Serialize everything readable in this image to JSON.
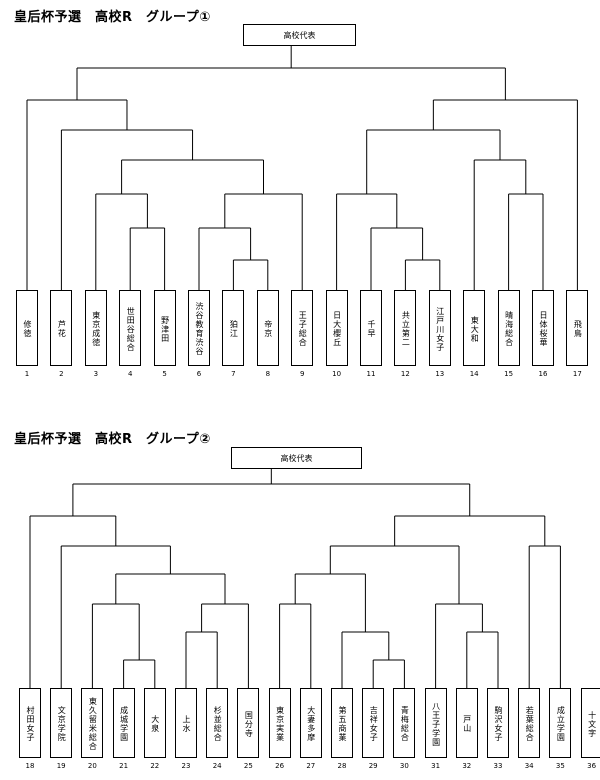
{
  "groups": [
    {
      "title": "皇后杯予選　高校R　グループ①",
      "final_label": "高校代表",
      "teams": [
        {
          "name": "修徳",
          "num": "1"
        },
        {
          "name": "芦花",
          "num": "2"
        },
        {
          "name": "東京成徳",
          "num": "3"
        },
        {
          "name": "世田谷総合",
          "num": "4"
        },
        {
          "name": "野津田",
          "num": "5"
        },
        {
          "name": "渋谷教育渋谷",
          "num": "6"
        },
        {
          "name": "狛江",
          "num": "7"
        },
        {
          "name": "帝京",
          "num": "8"
        },
        {
          "name": "王子総合",
          "num": "9"
        },
        {
          "name": "日大櫻丘",
          "num": "10"
        },
        {
          "name": "千早",
          "num": "11"
        },
        {
          "name": "共立第二",
          "num": "12"
        },
        {
          "name": "江戸川女子",
          "num": "13"
        },
        {
          "name": "東大和",
          "num": "14"
        },
        {
          "name": "晴海総合",
          "num": "15"
        },
        {
          "name": "日体桜華",
          "num": "16"
        },
        {
          "name": "飛鳥",
          "num": "17"
        }
      ]
    },
    {
      "title": "皇后杯予選　高校R　グループ②",
      "final_label": "高校代表",
      "teams": [
        {
          "name": "村田女子",
          "num": "18"
        },
        {
          "name": "文京学院",
          "num": "19"
        },
        {
          "name": "東久留米総合",
          "num": "20"
        },
        {
          "name": "成城学園",
          "num": "21"
        },
        {
          "name": "大泉",
          "num": "22"
        },
        {
          "name": "上水",
          "num": "23"
        },
        {
          "name": "杉並総合",
          "num": "24"
        },
        {
          "name": "国分寺",
          "num": "25"
        },
        {
          "name": "東京実業",
          "num": "26"
        },
        {
          "name": "大妻多摩",
          "num": "27"
        },
        {
          "name": "第五商業",
          "num": "28"
        },
        {
          "name": "吉祥女子",
          "num": "29"
        },
        {
          "name": "青梅総合",
          "num": "30"
        },
        {
          "name": "八王子学園",
          "num": "31"
        },
        {
          "name": "戸山",
          "num": "32"
        },
        {
          "name": "駒沢女子",
          "num": "33"
        },
        {
          "name": "若葉総合",
          "num": "34"
        },
        {
          "name": "成立学園",
          "num": "35"
        },
        {
          "name": "十文字",
          "num": "36"
        }
      ]
    }
  ]
}
